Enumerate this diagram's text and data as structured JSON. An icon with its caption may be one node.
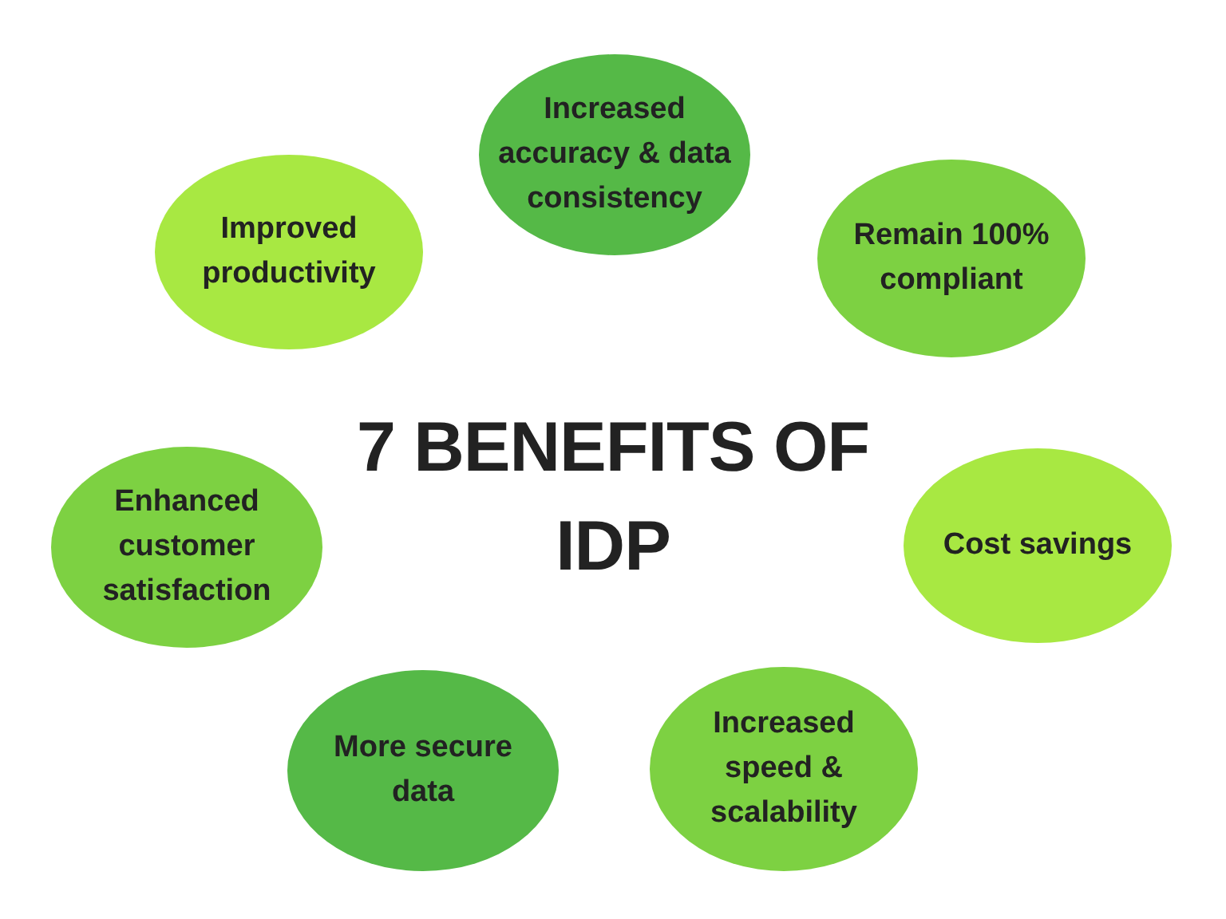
{
  "diagram": {
    "title": "7 BENEFITS OF IDP",
    "nodes": [
      {
        "text": [
          "Increased accuracy & data consistency"
        ]
      },
      {
        "text": [
          "Improved productivity"
        ]
      },
      {
        "text": [
          "Remain 100% compliant"
        ]
      },
      {
        "text": [
          "Enhanced customer satisfaction"
        ]
      },
      {
        "text": [
          "Cost savings"
        ]
      },
      {
        "text": [
          "More secure data"
        ]
      },
      {
        "text": [
          "Increased speed & scalability"
        ]
      }
    ]
  }
}
